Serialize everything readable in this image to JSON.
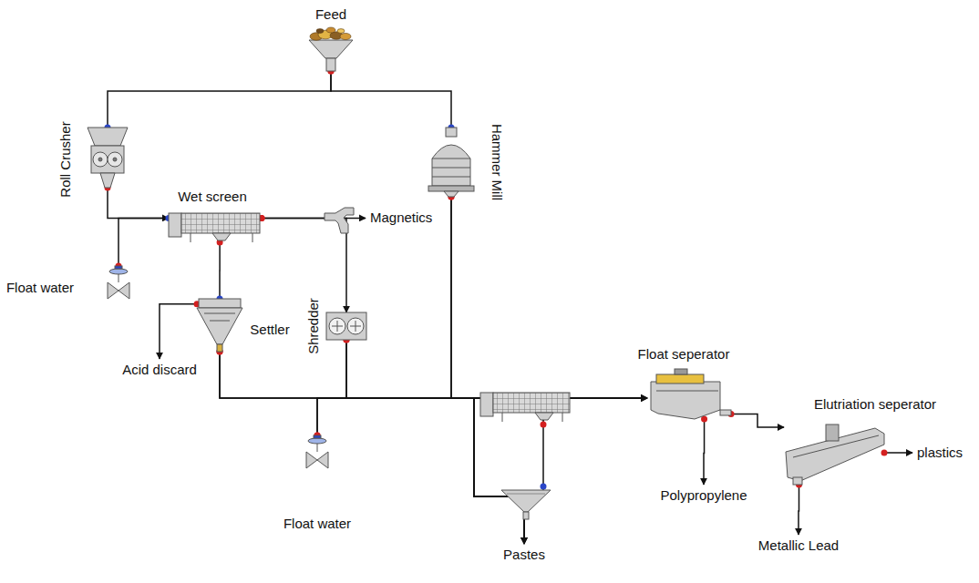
{
  "diagram": {
    "nodes": [
      {
        "text": [
          "Feed"
        ]
      },
      {
        "text": [
          "Roll Crusher"
        ]
      },
      {
        "text": [
          "Hammer Mill"
        ]
      },
      {
        "text": [
          "Wet screen"
        ]
      },
      {
        "text": [
          "Magnetics"
        ]
      },
      {
        "text": [
          "Float water"
        ]
      },
      {
        "text": [
          "Settler"
        ]
      },
      {
        "text": [
          "Shredder"
        ]
      },
      {
        "text": [
          "Acid discard"
        ]
      },
      {
        "text": [
          "Float seperator"
        ]
      },
      {
        "text": [
          "Elutriation seperator"
        ]
      },
      {
        "text": [
          "plastics"
        ]
      },
      {
        "text": [
          "Float water"
        ]
      },
      {
        "text": [
          "Polypropylene"
        ]
      },
      {
        "text": [
          "Metallic Lead"
        ]
      },
      {
        "text": [
          "Pastes"
        ]
      }
    ],
    "edges": [
      {
        "from": 0,
        "to": 1,
        "arrow": "none"
      },
      {
        "from": 0,
        "to": 2,
        "arrow": "none"
      },
      {
        "from": 1,
        "to": 3,
        "arrow": "to"
      },
      {
        "from": 5,
        "to": 3,
        "arrow": "none"
      },
      {
        "from": 3,
        "to": 4,
        "arrow": "to"
      },
      {
        "from": 3,
        "to": 7,
        "arrow": "to"
      },
      {
        "from": 3,
        "to": 6,
        "arrow": "none"
      },
      {
        "from": 6,
        "to": 8,
        "arrow": "to"
      },
      {
        "from": 6,
        "to": 9,
        "arrow": "to"
      },
      {
        "from": 7,
        "to": 9,
        "arrow": "to"
      },
      {
        "from": 2,
        "to": 9,
        "arrow": "to"
      },
      {
        "from": 12,
        "to": 9,
        "arrow": "to"
      },
      {
        "from": 6,
        "to": 15,
        "arrow": "to"
      },
      {
        "from": 7,
        "to": 15,
        "arrow": "to"
      },
      {
        "from": 2,
        "to": 15,
        "arrow": "to"
      },
      {
        "from": 12,
        "to": 15,
        "arrow": "to"
      },
      {
        "from": 9,
        "to": 13,
        "arrow": "to"
      },
      {
        "from": 9,
        "to": 10,
        "arrow": "to"
      },
      {
        "from": 10,
        "to": 11,
        "arrow": "to"
      },
      {
        "from": 10,
        "to": 14,
        "arrow": "to"
      }
    ]
  }
}
